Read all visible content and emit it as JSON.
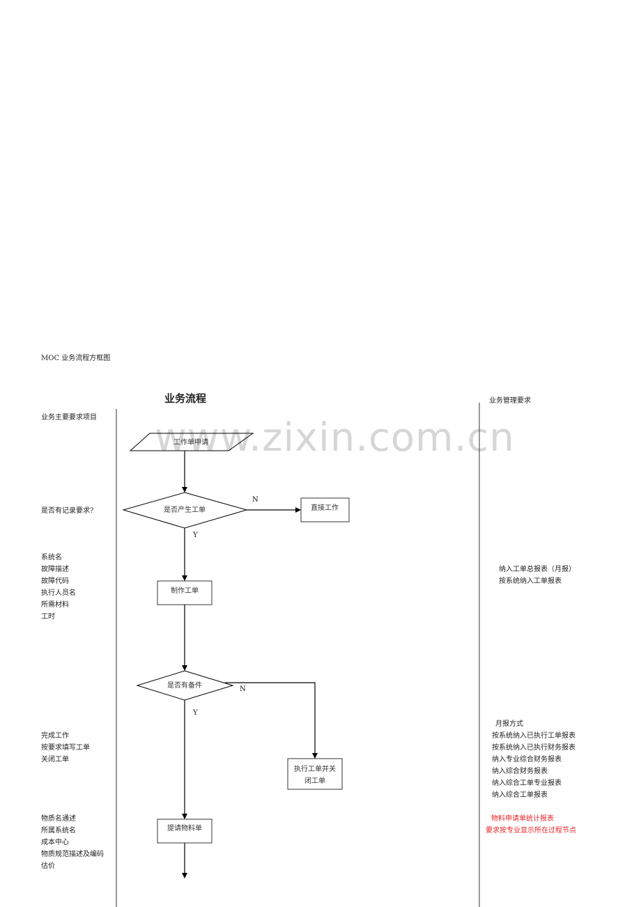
{
  "document": {
    "caption": "MOC 业务流程方框图",
    "flow_title": "业务流程",
    "management_title": "业务管理要求",
    "left_title": "业务主要要求项目",
    "watermark": "www.zixin.com.cn"
  },
  "left_column": {
    "record_question": "是否有记录要求?",
    "work_order_fields": [
      "系统名",
      "故障描述",
      "故障代码",
      "执行人员名",
      "所需材料",
      "工时"
    ],
    "completion_items": [
      "完成工作",
      "按要求填写工单",
      "关闭工单"
    ],
    "material_fields": [
      "物质名通述",
      "所属系统名",
      "成本中心",
      "物质规范描述及编码",
      "估价"
    ]
  },
  "flowchart": {
    "nodes": {
      "start": "工作单申请",
      "decision1": "是否产生工单",
      "direct_work": "直接工作",
      "make_order": "制作工单",
      "decision2": "是否有备件",
      "execute_close_line1": "执行工单并关",
      "execute_close_line2": "闭工单",
      "request_material": "提请物料单"
    },
    "labels": {
      "d1_no": "N",
      "d1_yes": "Y",
      "d2_no": "N",
      "d2_yes": "Y"
    },
    "colors": {
      "line": "#000000",
      "box_border": "#333333"
    }
  },
  "right_column": {
    "work_order_reports": [
      "纳入工单总报表（月报）",
      "按系统纳入工单报表"
    ],
    "monthly_reports": [
      "月报方式",
      "按系统纳入已执行工单报表",
      "按系统纳入已执行财务报表",
      "纳入专业综合财务报表",
      "纳入综合财务报表",
      "纳入综合工单专业报表",
      "纳入综合工单报表"
    ],
    "material_reports": [
      "物料申请单统计报表",
      "要求按专业显示所在过程节点"
    ],
    "accent_color": "#e8262a"
  }
}
